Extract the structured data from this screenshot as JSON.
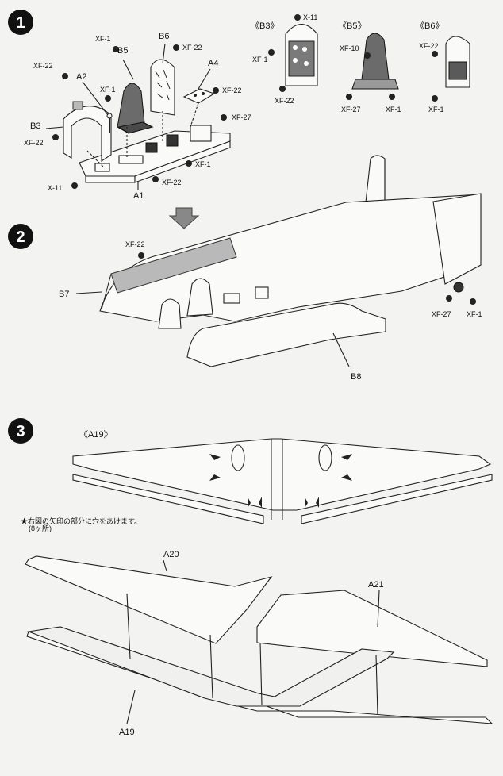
{
  "steps": [
    {
      "number": "1"
    },
    {
      "number": "2"
    },
    {
      "number": "3"
    }
  ],
  "step1": {
    "parts": {
      "a1": "A1",
      "a2": "A2",
      "a4": "A4",
      "b3": "B3",
      "b5": "B5",
      "b6": "B6"
    },
    "callouts": {
      "b3": "《B3》",
      "b5": "《B5》",
      "b6": "《B6》"
    },
    "colors": {
      "xf1a": "XF-1",
      "xf1b": "XF-1",
      "xf22a": "XF-22",
      "xf22b": "XF-22",
      "xf22c": "XF-22",
      "xf22d": "XF-22",
      "xf22e": "XF-22",
      "xf27": "XF-27",
      "xf1c": "XF-1",
      "x11": "X-11",
      "cb3_x11": "X-11",
      "cb3_xf1": "XF-1",
      "cb3_xf22": "XF-22",
      "cb5_xf10": "XF-10",
      "cb5_xf27": "XF-27",
      "cb5_xf1": "XF-1",
      "cb6_xf22": "XF-22",
      "cb6_xf1": "XF-1"
    }
  },
  "step2": {
    "parts": {
      "b7": "B7",
      "b8": "B8"
    },
    "colors": {
      "xf22": "XF-22",
      "xf27": "XF-27",
      "xf1": "XF-1"
    }
  },
  "step3": {
    "callout": "《A19》",
    "note_line1": "★右図の矢印の部分に穴をあけます。",
    "note_line2": "(8ヶ所)",
    "parts": {
      "a19": "A19",
      "a20": "A20",
      "a21": "A21"
    }
  },
  "colors": {
    "ink": "#111111",
    "paper": "#f3f3f1",
    "shade": "#b9b9b9"
  }
}
